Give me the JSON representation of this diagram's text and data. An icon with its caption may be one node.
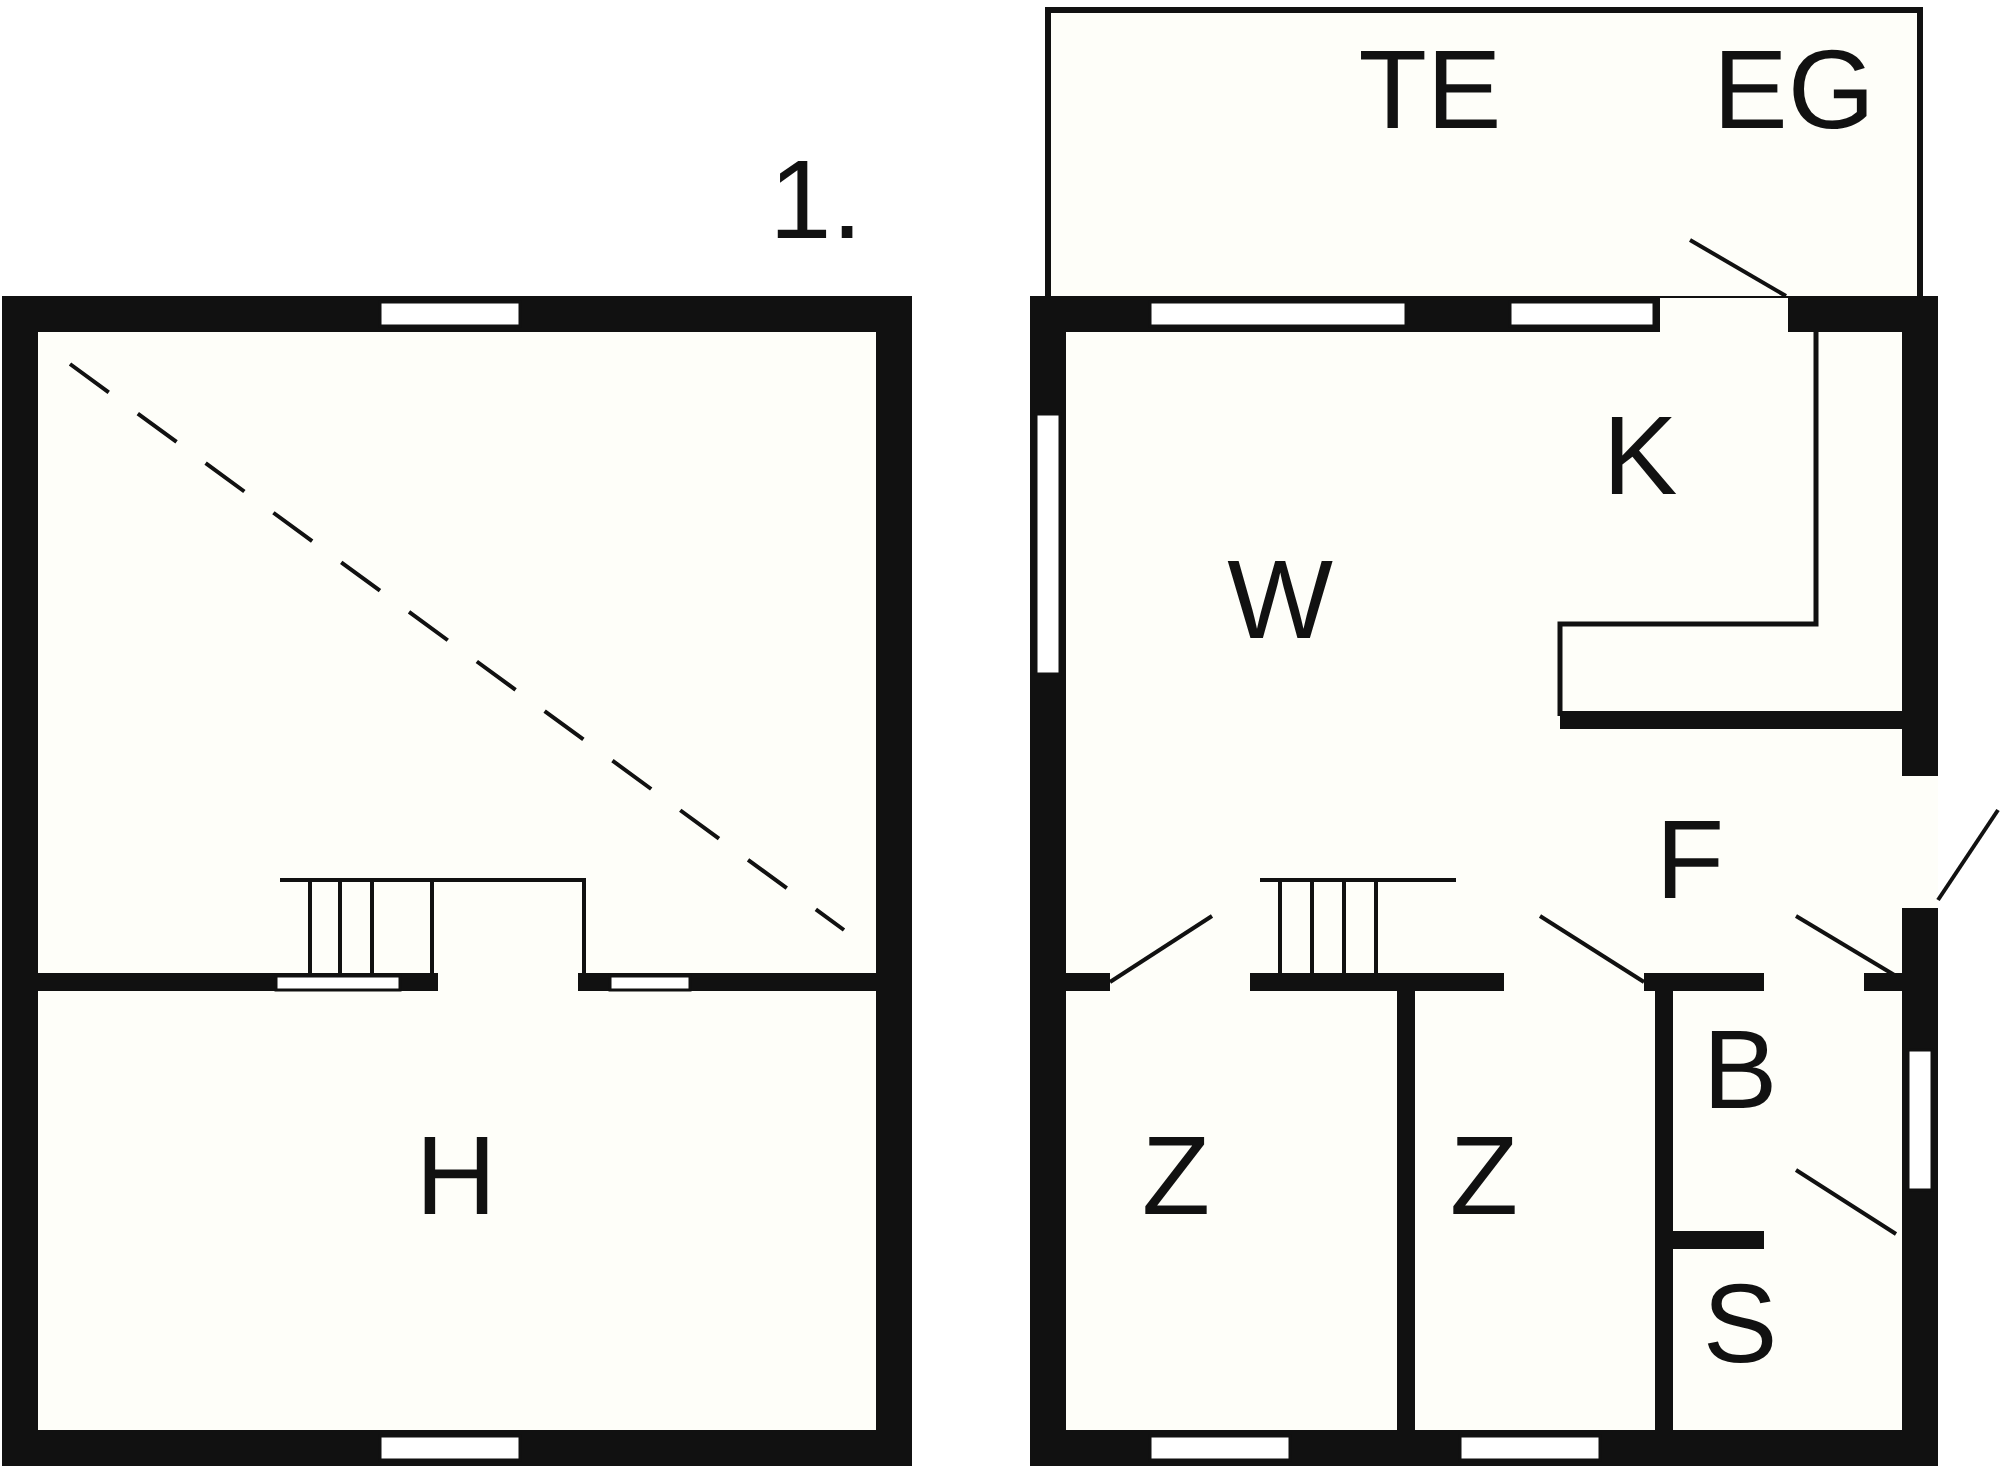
{
  "diagram": {
    "labels": [
      "TE",
      "EG",
      "1.",
      "K",
      "W",
      "F",
      "B",
      "H",
      "Z",
      "Z",
      "S"
    ]
  }
}
